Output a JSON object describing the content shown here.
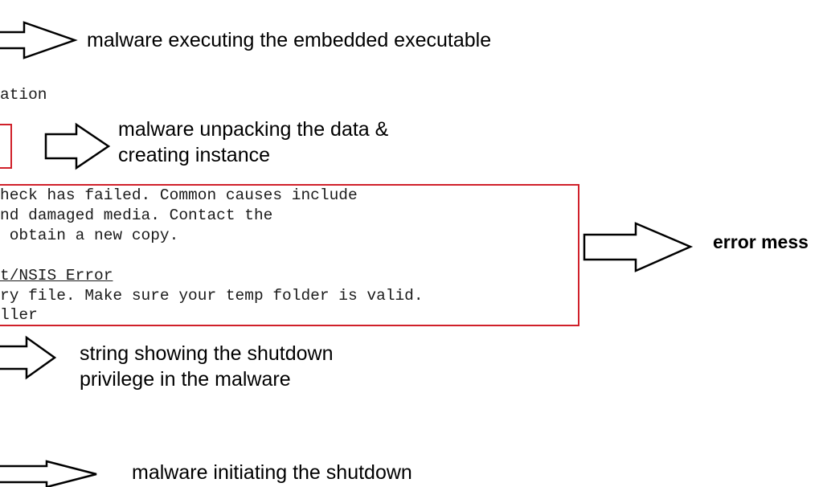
{
  "annotations": {
    "embedded_exec": "malware executing the embedded executable",
    "unpacking_line1": "malware unpacking the data &",
    "unpacking_line2": "creating instance",
    "error_message": "error mess",
    "shutdown_string_line1": "string showing the shutdown",
    "shutdown_string_line2": "privilege in the malware",
    "initiating_shutdown": "malware initiating the shutdown"
  },
  "listing": {
    "fragment_ation": "ation",
    "error_lines": [
      "heck has failed. Common causes include",
      "nd damaged media. Contact the",
      " obtain a new copy."
    ],
    "nsis_link": "t/NSIS_Error",
    "temp_line": "ry file. Make sure your temp folder is valid.",
    "installer_fragment": "ller"
  },
  "colors": {
    "highlight_box": "#d0202a",
    "arrow_stroke": "#000000",
    "text": "#000000"
  },
  "icons": {
    "arrow": "right-arrow-outline-icon"
  }
}
